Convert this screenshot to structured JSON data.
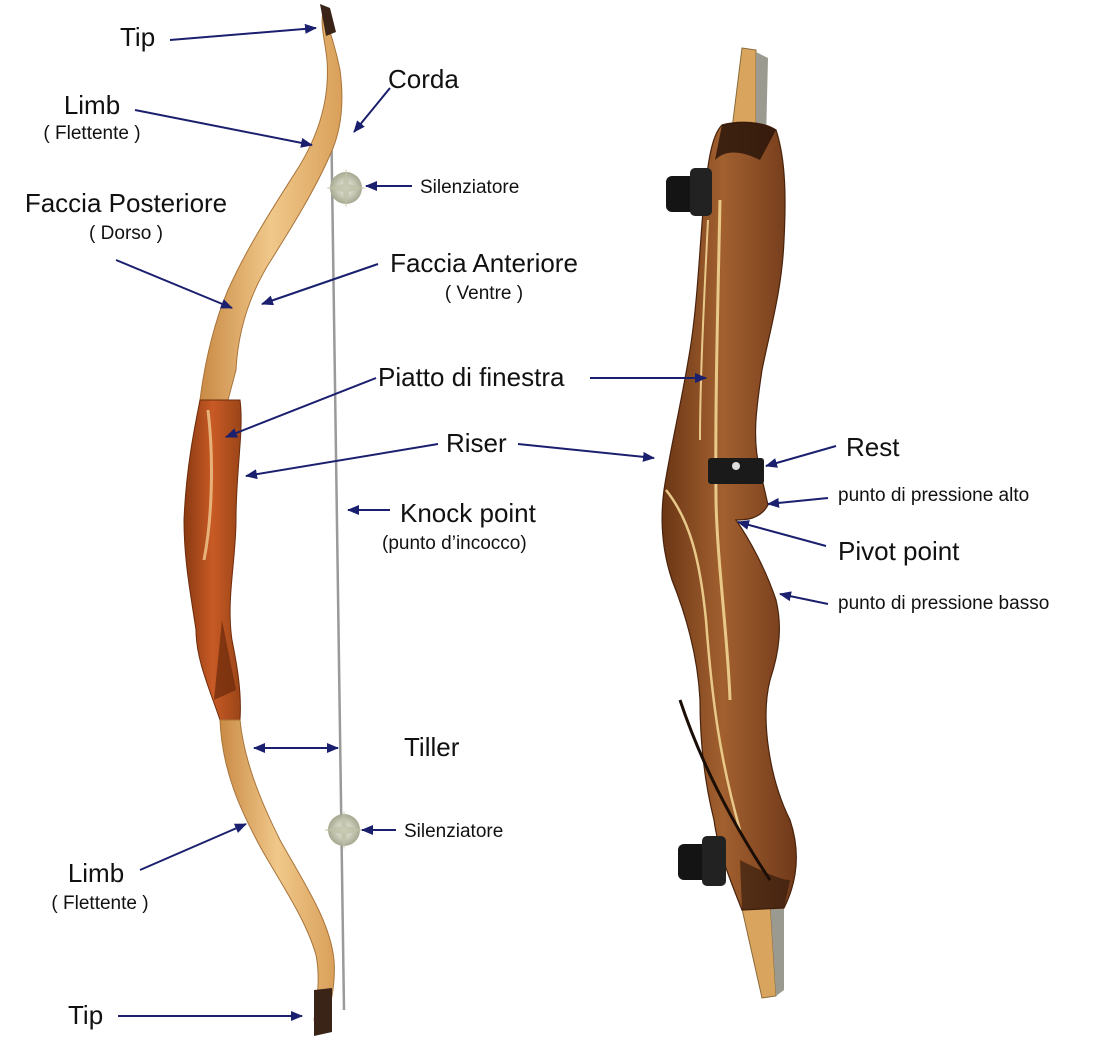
{
  "labels": {
    "tip_top": "Tip",
    "limb_top": "Limb",
    "limb_top_sub": "( Flettente )",
    "corda": "Corda",
    "silenziatore_top": "Silenziatore",
    "faccia_posteriore": "Faccia Posteriore",
    "faccia_posteriore_sub": "( Dorso )",
    "faccia_anteriore": "Faccia Anteriore",
    "faccia_anteriore_sub": "( Ventre )",
    "piatto_di_finestra": "Piatto di finestra",
    "riser": "Riser",
    "knock_point": "Knock point",
    "knock_point_sub": "(punto d’incocco)",
    "tiller": "Tiller",
    "silenziatore_bottom": "Silenziatore",
    "limb_bottom": "Limb",
    "limb_bottom_sub": "( Flettente )",
    "tip_bottom": "Tip",
    "rest": "Rest",
    "punto_pressione_alto": "punto di pressione alto",
    "pivot_point": "Pivot point",
    "punto_pressione_basso": "punto di pressione basso"
  },
  "colors": {
    "arrow": "#1a1f6e",
    "string": "#9a9a9a",
    "limb_wood": "#e8b978",
    "limb_wood_dark": "#c98a45",
    "riser_red": "#b8501f",
    "riser_brown": "#7a3f1c",
    "riser_brown_light": "#9a5a2e",
    "laminate": "#e8c98a",
    "limb_tip": "#3a2418",
    "grip_black": "#141414",
    "silencer": "#c8c8b8"
  }
}
